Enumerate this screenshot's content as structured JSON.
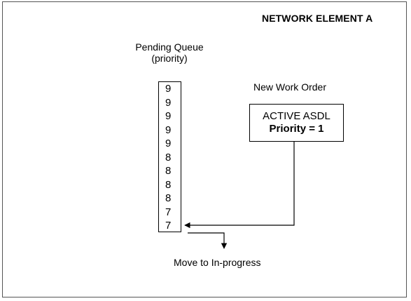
{
  "header": {
    "title": "NETWORK ELEMENT A"
  },
  "queue": {
    "label_line1": "Pending Queue",
    "label_line2": "(priority)",
    "items": [
      "9",
      "9",
      "9",
      "9",
      "9",
      "8",
      "8",
      "8",
      "8",
      "7",
      "7"
    ]
  },
  "new_order": {
    "label": "New Work Order",
    "name": "ACTIVE ASDL",
    "priority": "Priority = 1"
  },
  "move": {
    "label": "Move to In-progress"
  }
}
